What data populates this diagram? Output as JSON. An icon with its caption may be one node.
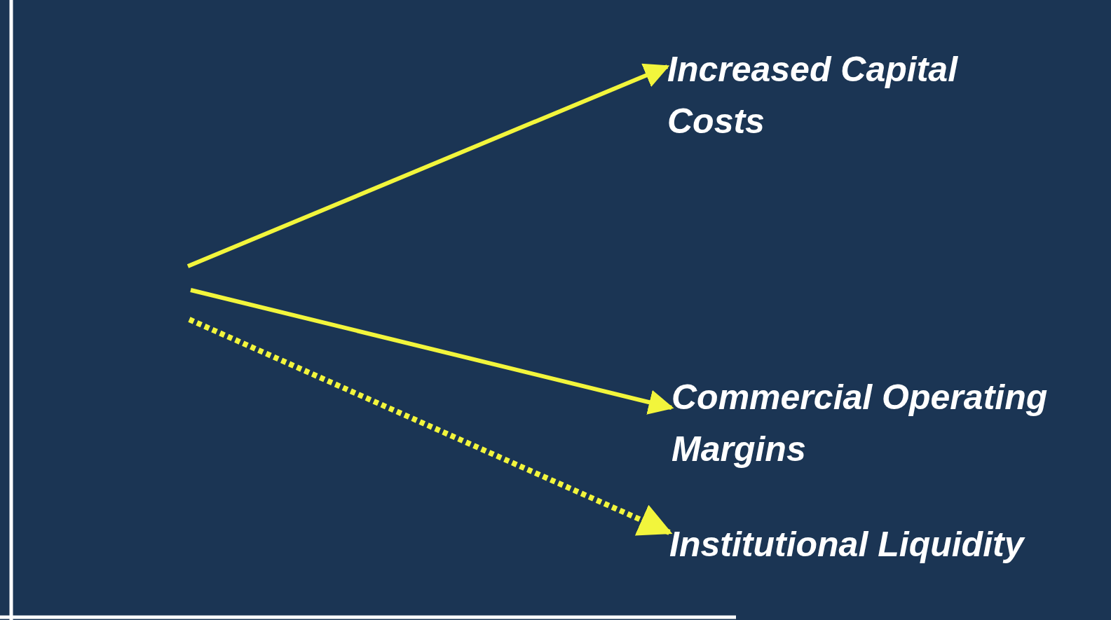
{
  "diagram": {
    "nodes": [
      {
        "text": [
          "Increased Capital Costs"
        ]
      },
      {
        "text": [
          "Commercial Operating Margins"
        ]
      },
      {
        "text": [
          "Institutional Liquidity"
        ]
      }
    ],
    "edges": [
      {
        "from": null,
        "to": 0,
        "arrow": "to"
      },
      {
        "from": null,
        "to": 1,
        "arrow": "to"
      },
      {
        "from": null,
        "to": 2,
        "arrow": "to",
        "style": "dashed"
      }
    ]
  }
}
